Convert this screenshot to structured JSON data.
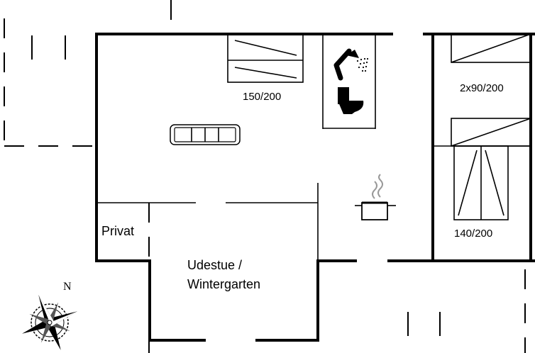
{
  "labels": {
    "bed_double": "150/200",
    "bed_twin": "2x90/200",
    "bed_bottom": "140/200",
    "room_private": "Privat",
    "room_sunroom_line1": "Udestue /",
    "room_sunroom_line2": "Wintergarten",
    "compass_north": "N"
  },
  "icons": [
    "sofa-icon",
    "shower-icon",
    "toilet-icon",
    "cooking-pot-icon",
    "compass-rose-icon"
  ]
}
